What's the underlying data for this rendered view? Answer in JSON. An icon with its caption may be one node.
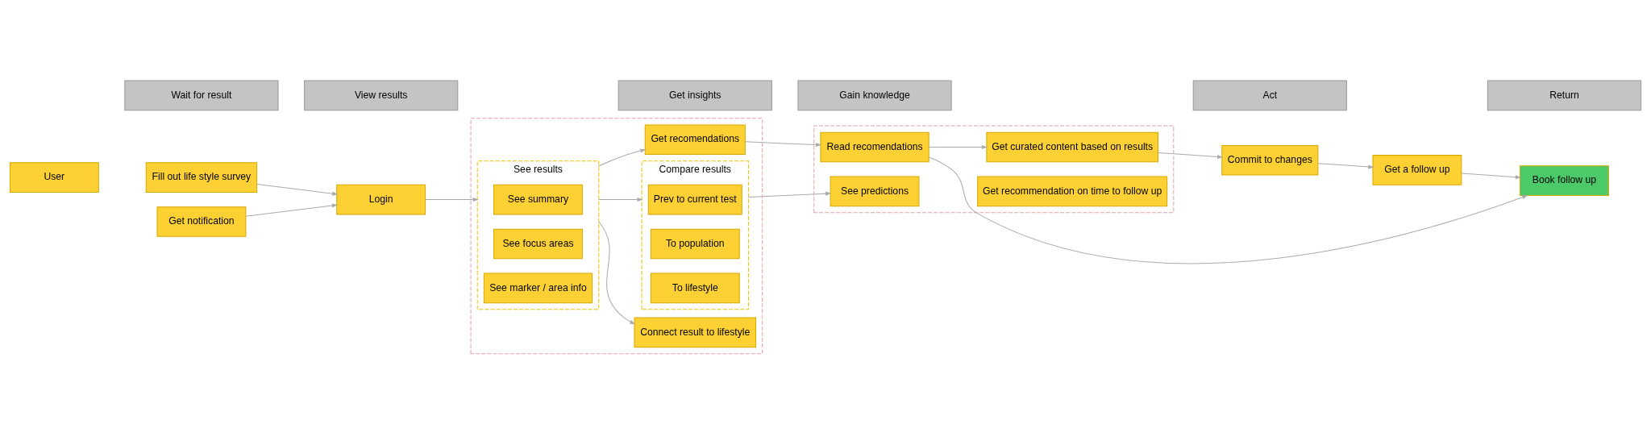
{
  "diagram": {
    "nodes": [
      {
        "text": [
          "Wait for result"
        ]
      },
      {
        "text": [
          "View results"
        ]
      },
      {
        "text": [
          "Get insights"
        ]
      },
      {
        "text": [
          "Gain knowledge"
        ]
      },
      {
        "text": [
          "Act"
        ]
      },
      {
        "text": [
          "Return"
        ]
      },
      {
        "text": [
          "User"
        ]
      },
      {
        "text": [
          "Fill out life style survey"
        ]
      },
      {
        "text": [
          "Get notification"
        ]
      },
      {
        "text": [
          "Login"
        ]
      },
      {
        "text": [],
        "shape": "box"
      },
      {
        "text": [
          "See results"
        ],
        "in": 10
      },
      {
        "text": [
          "See summary"
        ],
        "in": 11
      },
      {
        "text": [
          "See focus areas"
        ],
        "in": 11
      },
      {
        "text": [
          "See marker / area info"
        ],
        "in": 11
      },
      {
        "text": [
          "Connect result to lifestyle"
        ],
        "in": 10
      },
      {
        "text": [
          "Compare results"
        ],
        "in": 10
      },
      {
        "text": [
          "Prev to current test"
        ],
        "in": 16
      },
      {
        "text": [
          "To population"
        ],
        "in": 16
      },
      {
        "text": [
          "To lifestyle"
        ],
        "in": 16
      },
      {
        "text": [
          "Get recomendations"
        ],
        "in": 10
      },
      {
        "text": [],
        "shape": "box"
      },
      {
        "text": [
          "See predictions"
        ],
        "in": 21
      },
      {
        "text": [
          "Get recommendation on time to follow up"
        ],
        "in": 21
      },
      {
        "text": [
          "Get curated content based on results"
        ],
        "in": 21
      },
      {
        "text": [
          "Read recomendations"
        ],
        "in": 21
      },
      {
        "text": [
          "Commit to changes"
        ]
      },
      {
        "text": [
          "Get a follow up"
        ]
      },
      {
        "text": [
          "Book follow up"
        ]
      }
    ],
    "edges": [
      {
        "from": 7,
        "to": 9,
        "arrow": "to"
      },
      {
        "from": 8,
        "to": 9,
        "arrow": "to"
      },
      {
        "from": 9,
        "to": 11,
        "arrow": "to"
      },
      {
        "from": 11,
        "to": 15,
        "arrow": "to"
      },
      {
        "from": 11,
        "to": 16,
        "arrow": "to"
      },
      {
        "from": 11,
        "to": 20,
        "arrow": "to"
      },
      {
        "from": 16,
        "to": 22,
        "arrow": "to"
      },
      {
        "from": 20,
        "to": 25,
        "arrow": "to"
      },
      {
        "from": 25,
        "to": 24,
        "arrow": "to"
      },
      {
        "from": 25,
        "to": 28,
        "arrow": "to"
      },
      {
        "from": 24,
        "to": 26,
        "arrow": "to"
      },
      {
        "from": 26,
        "to": 27,
        "arrow": "to"
      },
      {
        "from": 27,
        "to": 28,
        "arrow": "to"
      }
    ]
  }
}
